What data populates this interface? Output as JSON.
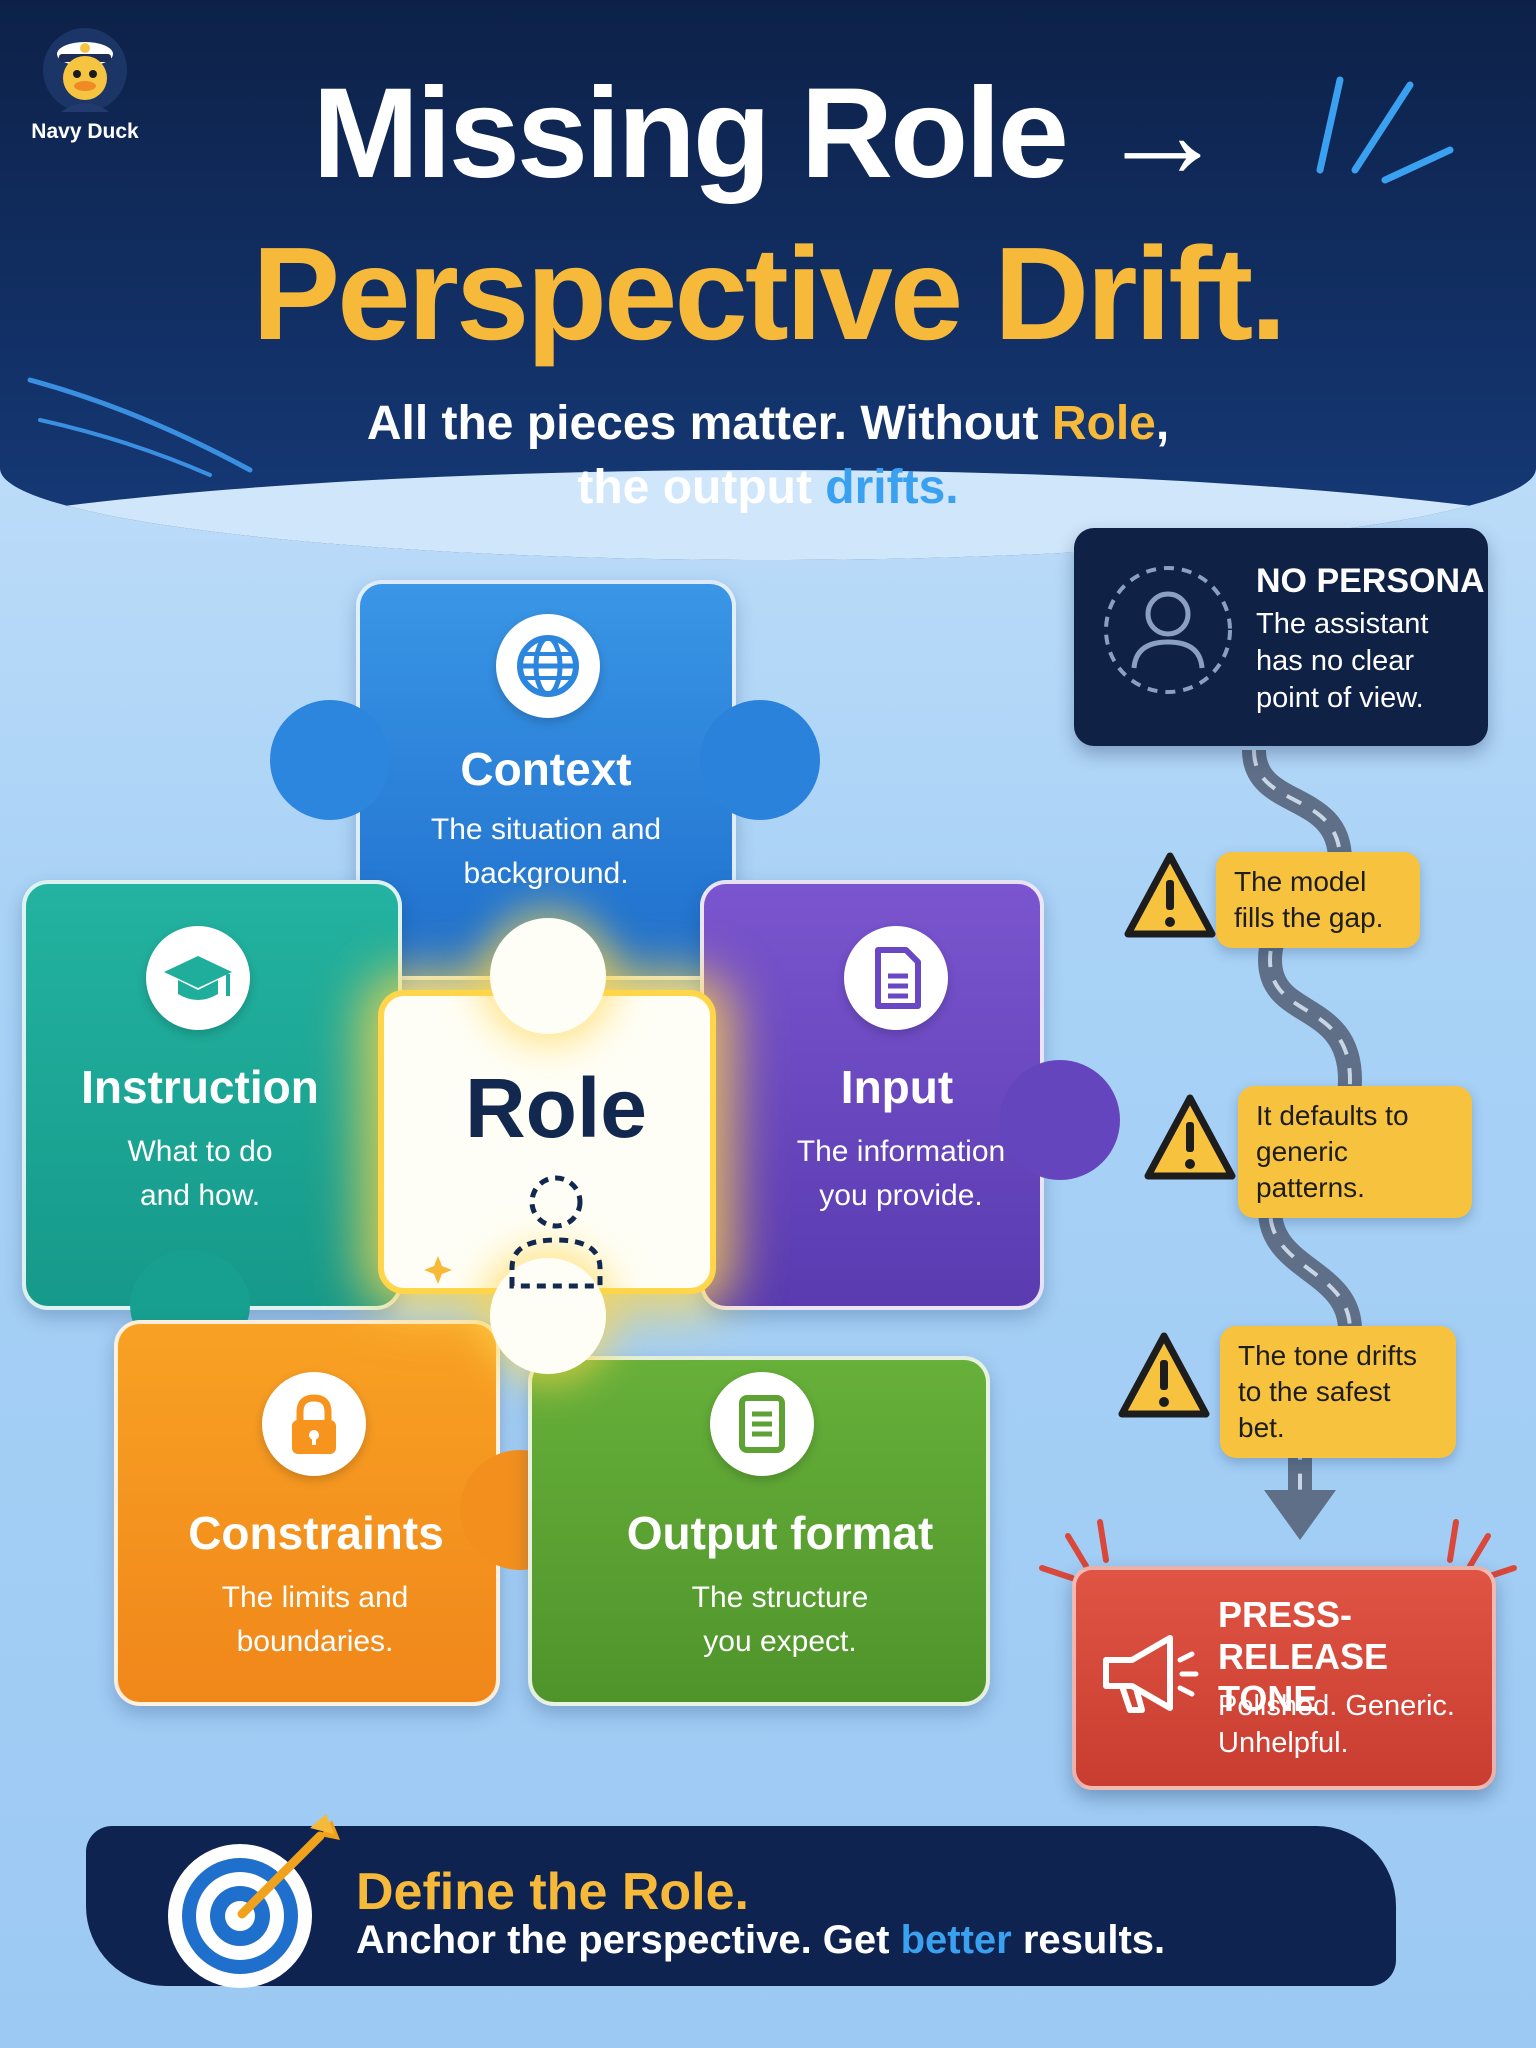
{
  "brand": {
    "name": "Navy Duck"
  },
  "header": {
    "title_line1": "Missing Role →",
    "title_line2": "Perspective Drift.",
    "subtitle_part1": "All the pieces matter. Without ",
    "subtitle_role": "Role",
    "subtitle_part2": ",",
    "subtitle_part3": "the output ",
    "subtitle_drifts": "drifts",
    "subtitle_end": "."
  },
  "pieces": {
    "context": {
      "label": "Context",
      "desc": "The situation and background.",
      "icon": "globe-icon",
      "color": "#2c86de"
    },
    "instruction": {
      "label": "Instruction",
      "desc": "What to do and how.",
      "icon": "graduation-cap-icon",
      "color": "#1fae9b"
    },
    "role": {
      "label": "Role",
      "icon": "person-outline-icon",
      "color": "#fffef6"
    },
    "input": {
      "label": "Input",
      "desc": "The information you provide.",
      "icon": "document-icon",
      "color": "#6a47c4"
    },
    "constraints": {
      "label": "Constraints",
      "desc": "The limits and boundaries.",
      "icon": "lock-icon",
      "color": "#f6941e"
    },
    "output_format": {
      "label": "Output format",
      "desc": "The structure you expect.",
      "icon": "list-document-icon",
      "color": "#5da232"
    }
  },
  "flow": {
    "no_persona": {
      "title": "NO PERSONA",
      "text": "The assistant has no clear point of view.",
      "icon": "person-dashed-icon"
    },
    "steps": [
      {
        "text": "The model fills the gap.",
        "icon": "warning-icon"
      },
      {
        "text": "It defaults to generic patterns.",
        "icon": "warning-icon"
      },
      {
        "text": "The tone drifts to the safest bet.",
        "icon": "warning-icon"
      }
    ],
    "result": {
      "title": "PRESS-RELEASE TONE",
      "text": "Polished. Generic. Unhelpful.",
      "icon": "megaphone-icon",
      "color": "#d9483b"
    }
  },
  "footer": {
    "title": "Define the Role.",
    "text_part1": "Anchor the perspective. Get ",
    "text_better": "better",
    "text_part2": " results.",
    "icon": "target-arrow-icon"
  }
}
